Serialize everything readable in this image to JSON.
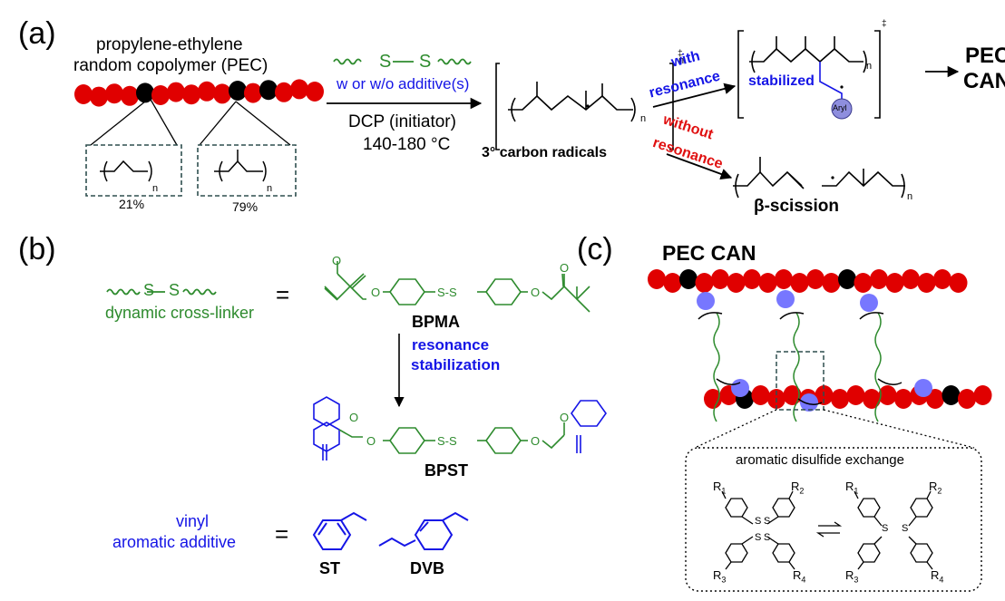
{
  "panel_labels": {
    "a": "(a)",
    "b": "(b)",
    "c": "(c)"
  },
  "colors": {
    "green": "#2e8b2e",
    "blue": "#1515e6",
    "red": "#e01010",
    "bead_red": "#e00000",
    "bead_black": "#000000",
    "bead_blue": "#7777ff",
    "box_dash": "#2f4f4f"
  },
  "panel_a": {
    "pec_title_line1": "propylene-ethylene",
    "pec_title_line2": "random copolymer (PEC)",
    "subscript_n": "n",
    "pct_left": "21%",
    "pct_right": "79%",
    "s_left": "S",
    "s_right": "S",
    "additive_label": "w or w/o additive(s)",
    "condition_initiator": "DCP (initiator)",
    "condition_temp": "140-180 °C",
    "radicals_label": "3° carbon radicals",
    "double_dagger": "‡",
    "with_line1": "with",
    "with_line2": "resonance",
    "without_line1": "without",
    "without_line2": "resonance",
    "stabilized_label": "stabilized",
    "aryl_label": "Aryl",
    "product_line1": "PEC",
    "product_line2": "CAN",
    "scission_label": "β-scission"
  },
  "panel_b": {
    "equals": "=",
    "s_left": "S",
    "s_right": "S",
    "crosslinker_label": "dynamic cross-linker",
    "ss_small": "S-S",
    "o_atom": "O",
    "bpma_label": "BPMA",
    "resonance_line1": "resonance",
    "resonance_line2": "stabilization",
    "bpst_label": "BPST",
    "vinyl_line1": "vinyl",
    "vinyl_line2": "aromatic additive",
    "st_label": "ST",
    "dvb_label": "DVB"
  },
  "panel_c": {
    "title": "PEC CAN",
    "exchange_label": "aromatic disulfide exchange",
    "s_atom": "S",
    "r1": "R",
    "r1_sub": "1",
    "r2": "R",
    "r2_sub": "2",
    "r3": "R",
    "r3_sub": "3",
    "r4": "R",
    "r4_sub": "4"
  }
}
